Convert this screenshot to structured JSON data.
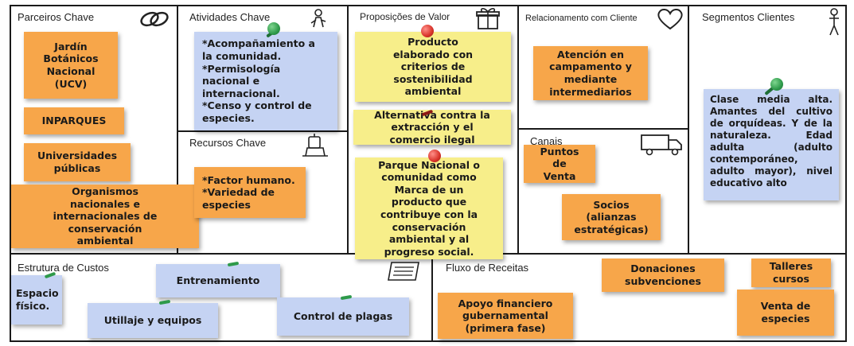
{
  "sections": {
    "key_partners": "Parceiros Chave",
    "key_activities": "Atividades Chave",
    "value_propositions": "Proposições de Valor",
    "customer_relationships": "Relacionamento com Cliente",
    "customer_segments": "Segmentos Clientes",
    "key_resources": "Recursos Chave",
    "channels": "Canais",
    "cost_structure": "Estrutura de Custos",
    "revenue_streams": "Fluxo de Receitas"
  },
  "notes": {
    "partner_1": "Jardín\nBotánicos\nNacional\n(UCV)",
    "partner_2": "INPARQUES",
    "partner_3": "Universidades\npúblicas",
    "partner_4": "Organismos\nnacionales e\ninternacionales de\nconservación\nambiental",
    "activities_1": "*Acompañamiento a\nla comunidad.\n*Permisología\nnacional e\ninternacional.\n*Censo y control de\nespecies.",
    "resources_1": "*Factor humano.\n*Variedad de\nespecies",
    "value_1": "Producto\nelaborado con\ncriterios de\nsostenibilidad\nambiental",
    "value_2": "Alternativa contra la\nextracción y el\ncomercio ilegal",
    "value_3": "Parque Nacional o\ncomunidad como\nMarca de un\nproducto que\ncontribuye con la\nconservación\nambiental y al\nprogreso social.",
    "relationship_1": "Atención en\ncampamento y\nmediante\nintermediarios",
    "channels_1": "Puntos\nde\nVenta",
    "channels_2": "Socios\n(alianzas\nestratégicas)",
    "segments_1": "Clase media alta. Amantes del cultivo de orquídeas. Y de la naturaleza. Edad adulta (adulto contemporáneo, adulto mayor), nivel educativo alto",
    "cost_1": "Espacio\nfísico.",
    "cost_2": "Entrenamiento",
    "cost_3": "Utillaje y equipos",
    "cost_4": "Control de plagas",
    "revenue_1": "Donaciones\nsubvenciones",
    "revenue_2": "Talleres\ncursos",
    "revenue_3": "Apoyo financiero\ngubernamental\n(primera fase)",
    "revenue_4": "Venta de\nespecies"
  },
  "colors": {
    "orange_note": "#f7a64a",
    "yellow_note": "#f7ee8a",
    "blue_note": "#c5d3f3",
    "pin_green": "#2e9a4a",
    "pin_red": "#d8332a",
    "border": "#1a1a1a"
  },
  "icons": {
    "key_partners": "chain-link-icon",
    "key_activities": "worker-icon",
    "value_propositions": "gift-icon",
    "customer_relationships": "heart-icon",
    "customer_segments": "person-icon",
    "key_resources": "worker-machine-icon",
    "channels": "truck-icon",
    "cost_structure": "receipt-icon"
  }
}
